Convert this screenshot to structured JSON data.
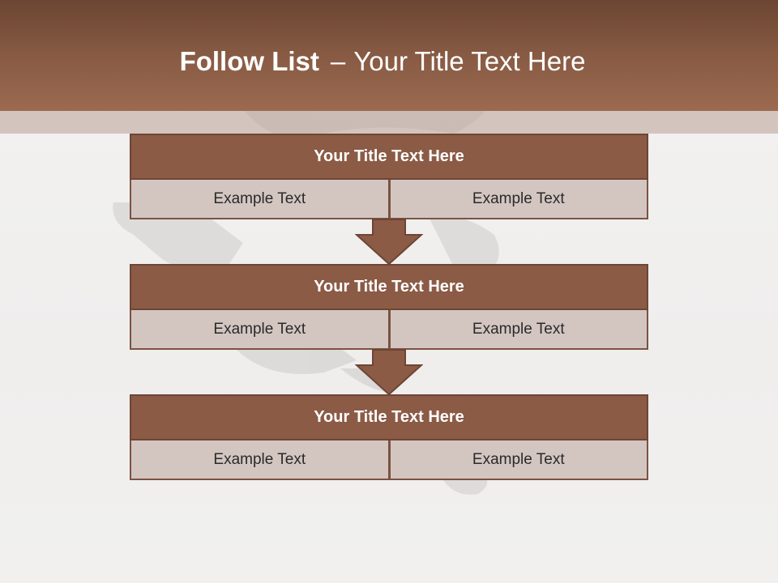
{
  "slide": {
    "title_bold": "Follow List",
    "title_sep": "–",
    "title_rest": "Your Title Text Here"
  },
  "blocks": [
    {
      "title": "Your Title Text Here",
      "cells": [
        "Example Text",
        "Example Text"
      ]
    },
    {
      "title": "Your Title Text Here",
      "cells": [
        "Example Text",
        "Example Text"
      ]
    },
    {
      "title": "Your Title Text Here",
      "cells": [
        "Example Text",
        "Example Text"
      ]
    }
  ],
  "colors": {
    "header_brown": "#8a5c45",
    "block_title_brown": "#8b5b46",
    "cell_fill": "#d3c6c1",
    "background": "#efeeed"
  },
  "icons": [
    "down-arrow-icon",
    "down-arrow-icon"
  ]
}
